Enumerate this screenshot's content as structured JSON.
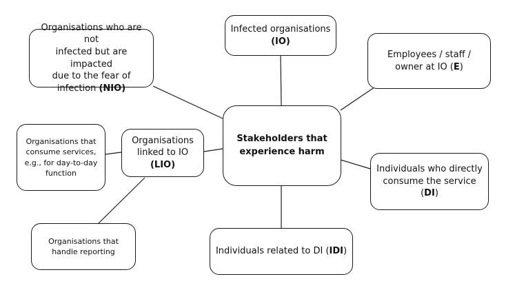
{
  "center": {
    "line1": "Stakeholders that",
    "line2": "experience harm"
  },
  "io": {
    "line1": "Infected organisations",
    "abbr": "(IO)"
  },
  "nio": {
    "line1": "Organisations who are not",
    "line2": "infected but are impacted",
    "line3": "due to the fear of",
    "line4": "infection",
    "abbr": "(NIO)"
  },
  "e": {
    "line1": "Employees / staff /",
    "line2": "owner at IO",
    "abbr": "E"
  },
  "lio": {
    "line1": "Organisations",
    "line2": "linked to IO",
    "abbr": "(LIO)"
  },
  "consume": {
    "line1": "Organisations that",
    "line2": "consume services,",
    "line3": "e.g., for day-to-day",
    "line4": "function"
  },
  "reporting": {
    "line1": "Organisations that",
    "line2": "handle reporting"
  },
  "di": {
    "line1": "Individuals who directly",
    "line2": "consume the service",
    "abbr": "DI"
  },
  "idi": {
    "text": "Individuals related to DI",
    "abbr": "IDI"
  }
}
